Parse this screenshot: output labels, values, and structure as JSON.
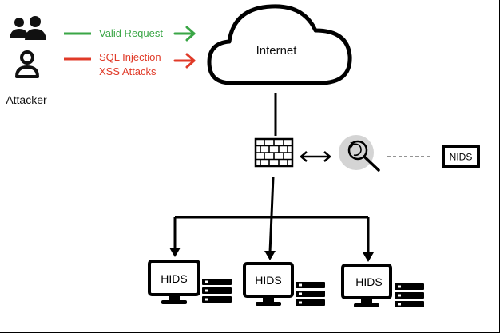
{
  "actors": {
    "attacker_label": "Attacker"
  },
  "legend": {
    "valid_label": "Valid Request",
    "attack_label_line1": "SQL Injection",
    "attack_label_line2": "XSS Attacks",
    "valid_color": "#3aa646",
    "attack_color": "#e03a28"
  },
  "network": {
    "cloud_label": "Internet"
  },
  "monitor": {
    "nids_label": "NIDS"
  },
  "hosts": [
    {
      "label": "HIDS"
    },
    {
      "label": "HIDS"
    },
    {
      "label": "HIDS"
    }
  ],
  "icons": {
    "attacker_group": "user-group-icon",
    "attacker_single": "user-icon",
    "cloud": "cloud-icon",
    "firewall": "firewall-brick-icon",
    "inspector": "magnifier-refresh-icon",
    "monitor": "monitor-icon",
    "server": "server-stack-icon"
  }
}
